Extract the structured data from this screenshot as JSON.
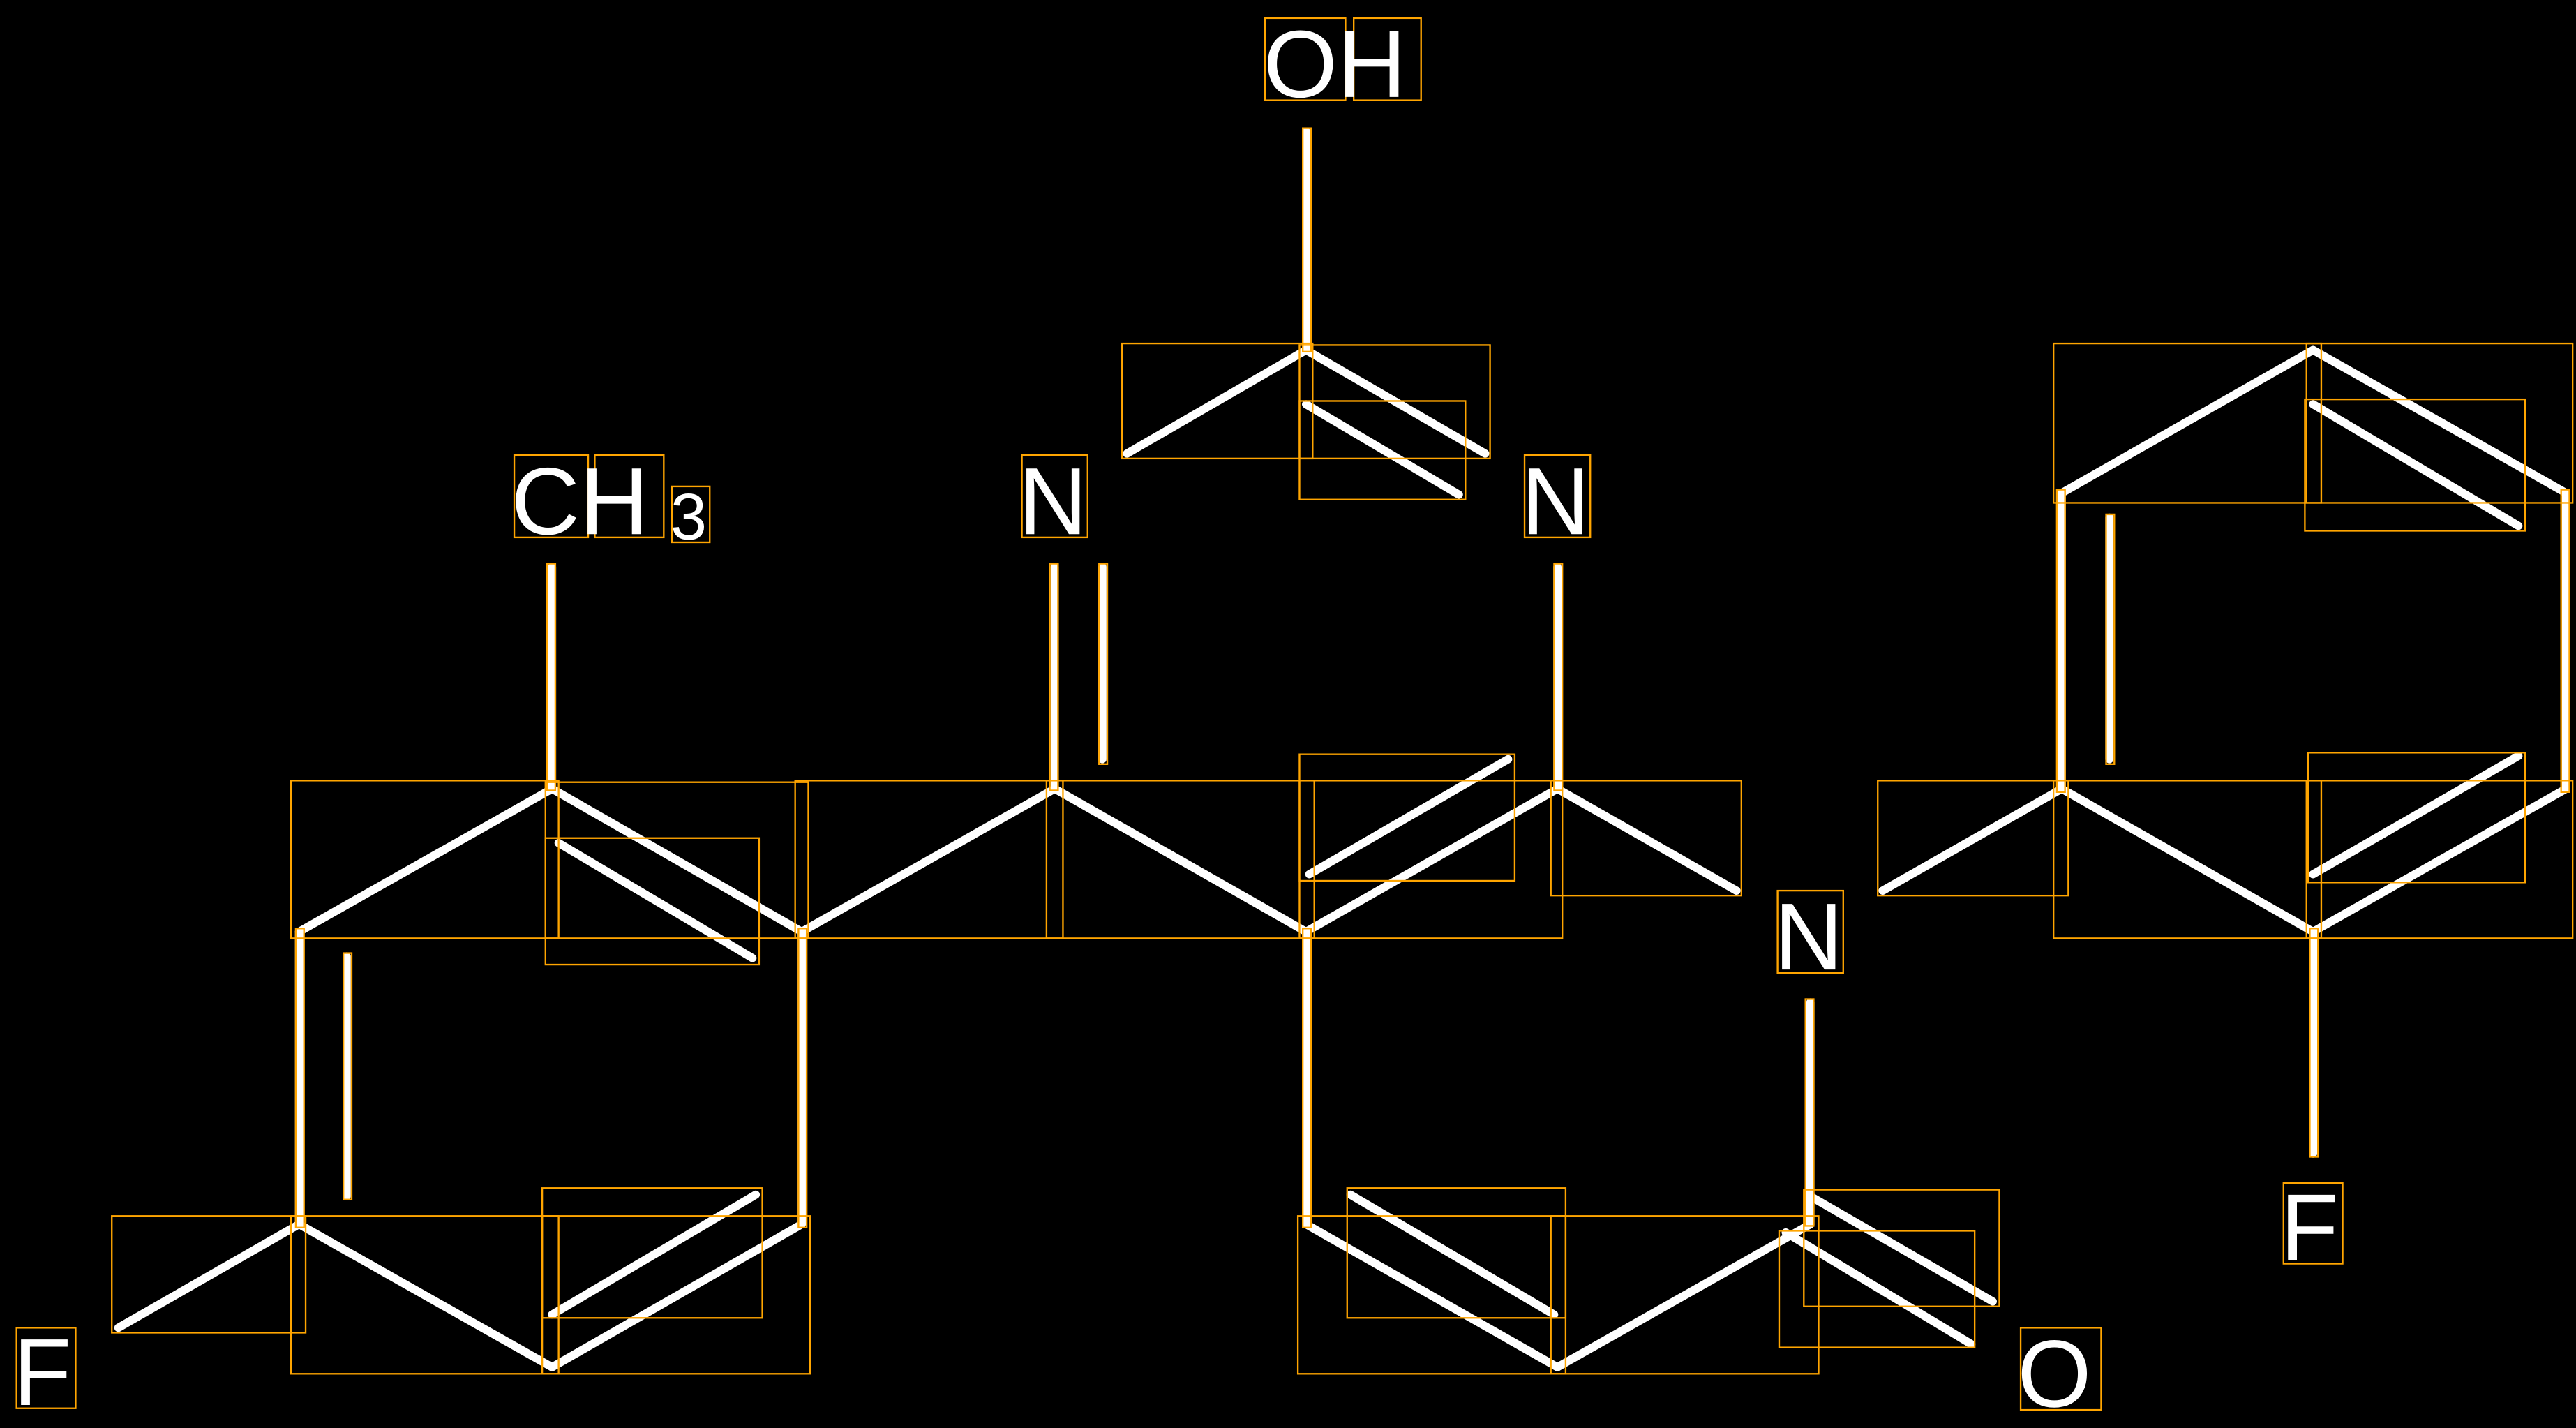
{
  "diagram": {
    "type": "chemical-structure",
    "colors": {
      "background": "#000000",
      "bonds": "#ffffff",
      "boxes": "#FFA500"
    },
    "labels": {
      "oh": "OH",
      "ch3_main": "CH",
      "ch3_sub": "3",
      "n_left": "N",
      "n_right": "N",
      "n_lower": "N",
      "f_left": "F",
      "f_right": "F",
      "o": "O"
    }
  }
}
